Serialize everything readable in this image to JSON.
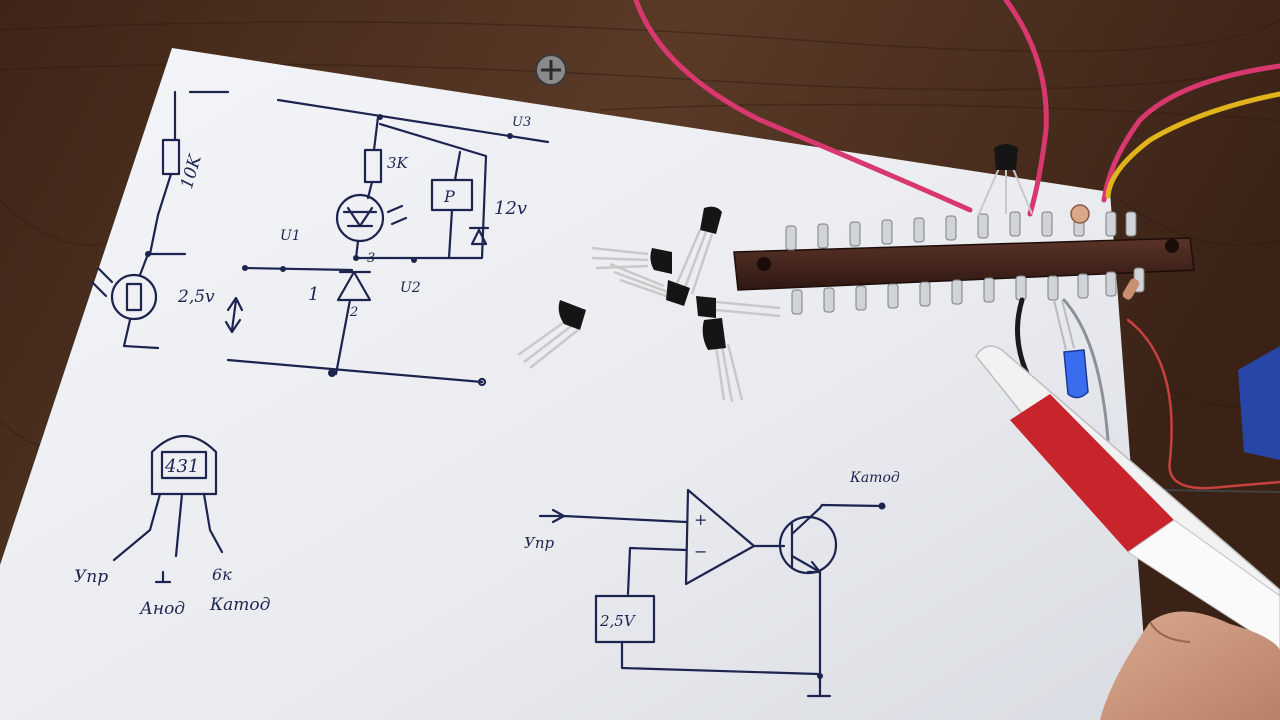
{
  "photo": {
    "colors": {
      "table": "#4a2e1e",
      "paper": "#eef0f4",
      "ink": "#1d2450",
      "terminal_strip": "#3a211a",
      "pen_red": "#c8242c",
      "wire_pink": "#d8386e",
      "wire_yellow": "#e2b41c",
      "led_blue": "#3a6cf0"
    },
    "schematic_1": {
      "resistor_label": "10K",
      "reference_label": "2,5v",
      "load_resistor_label": "3K",
      "relay_label": "P",
      "supply_label": "12v",
      "node_u1": "U1",
      "node_u2": "U2",
      "node_u3": "U3",
      "pin_1": "1",
      "pin_2": "2",
      "pin_3": "3"
    },
    "pinout": {
      "part_number": "431",
      "pin_control": "Упр",
      "pin_anode": "Анод",
      "pin_cathode": "Катод",
      "cathode_prefix": "6к"
    },
    "schematic_2": {
      "input_label": "Упр",
      "plus_sign": "+",
      "minus_sign": "−",
      "reference_label": "2,5V",
      "output_label": "Катод"
    }
  }
}
